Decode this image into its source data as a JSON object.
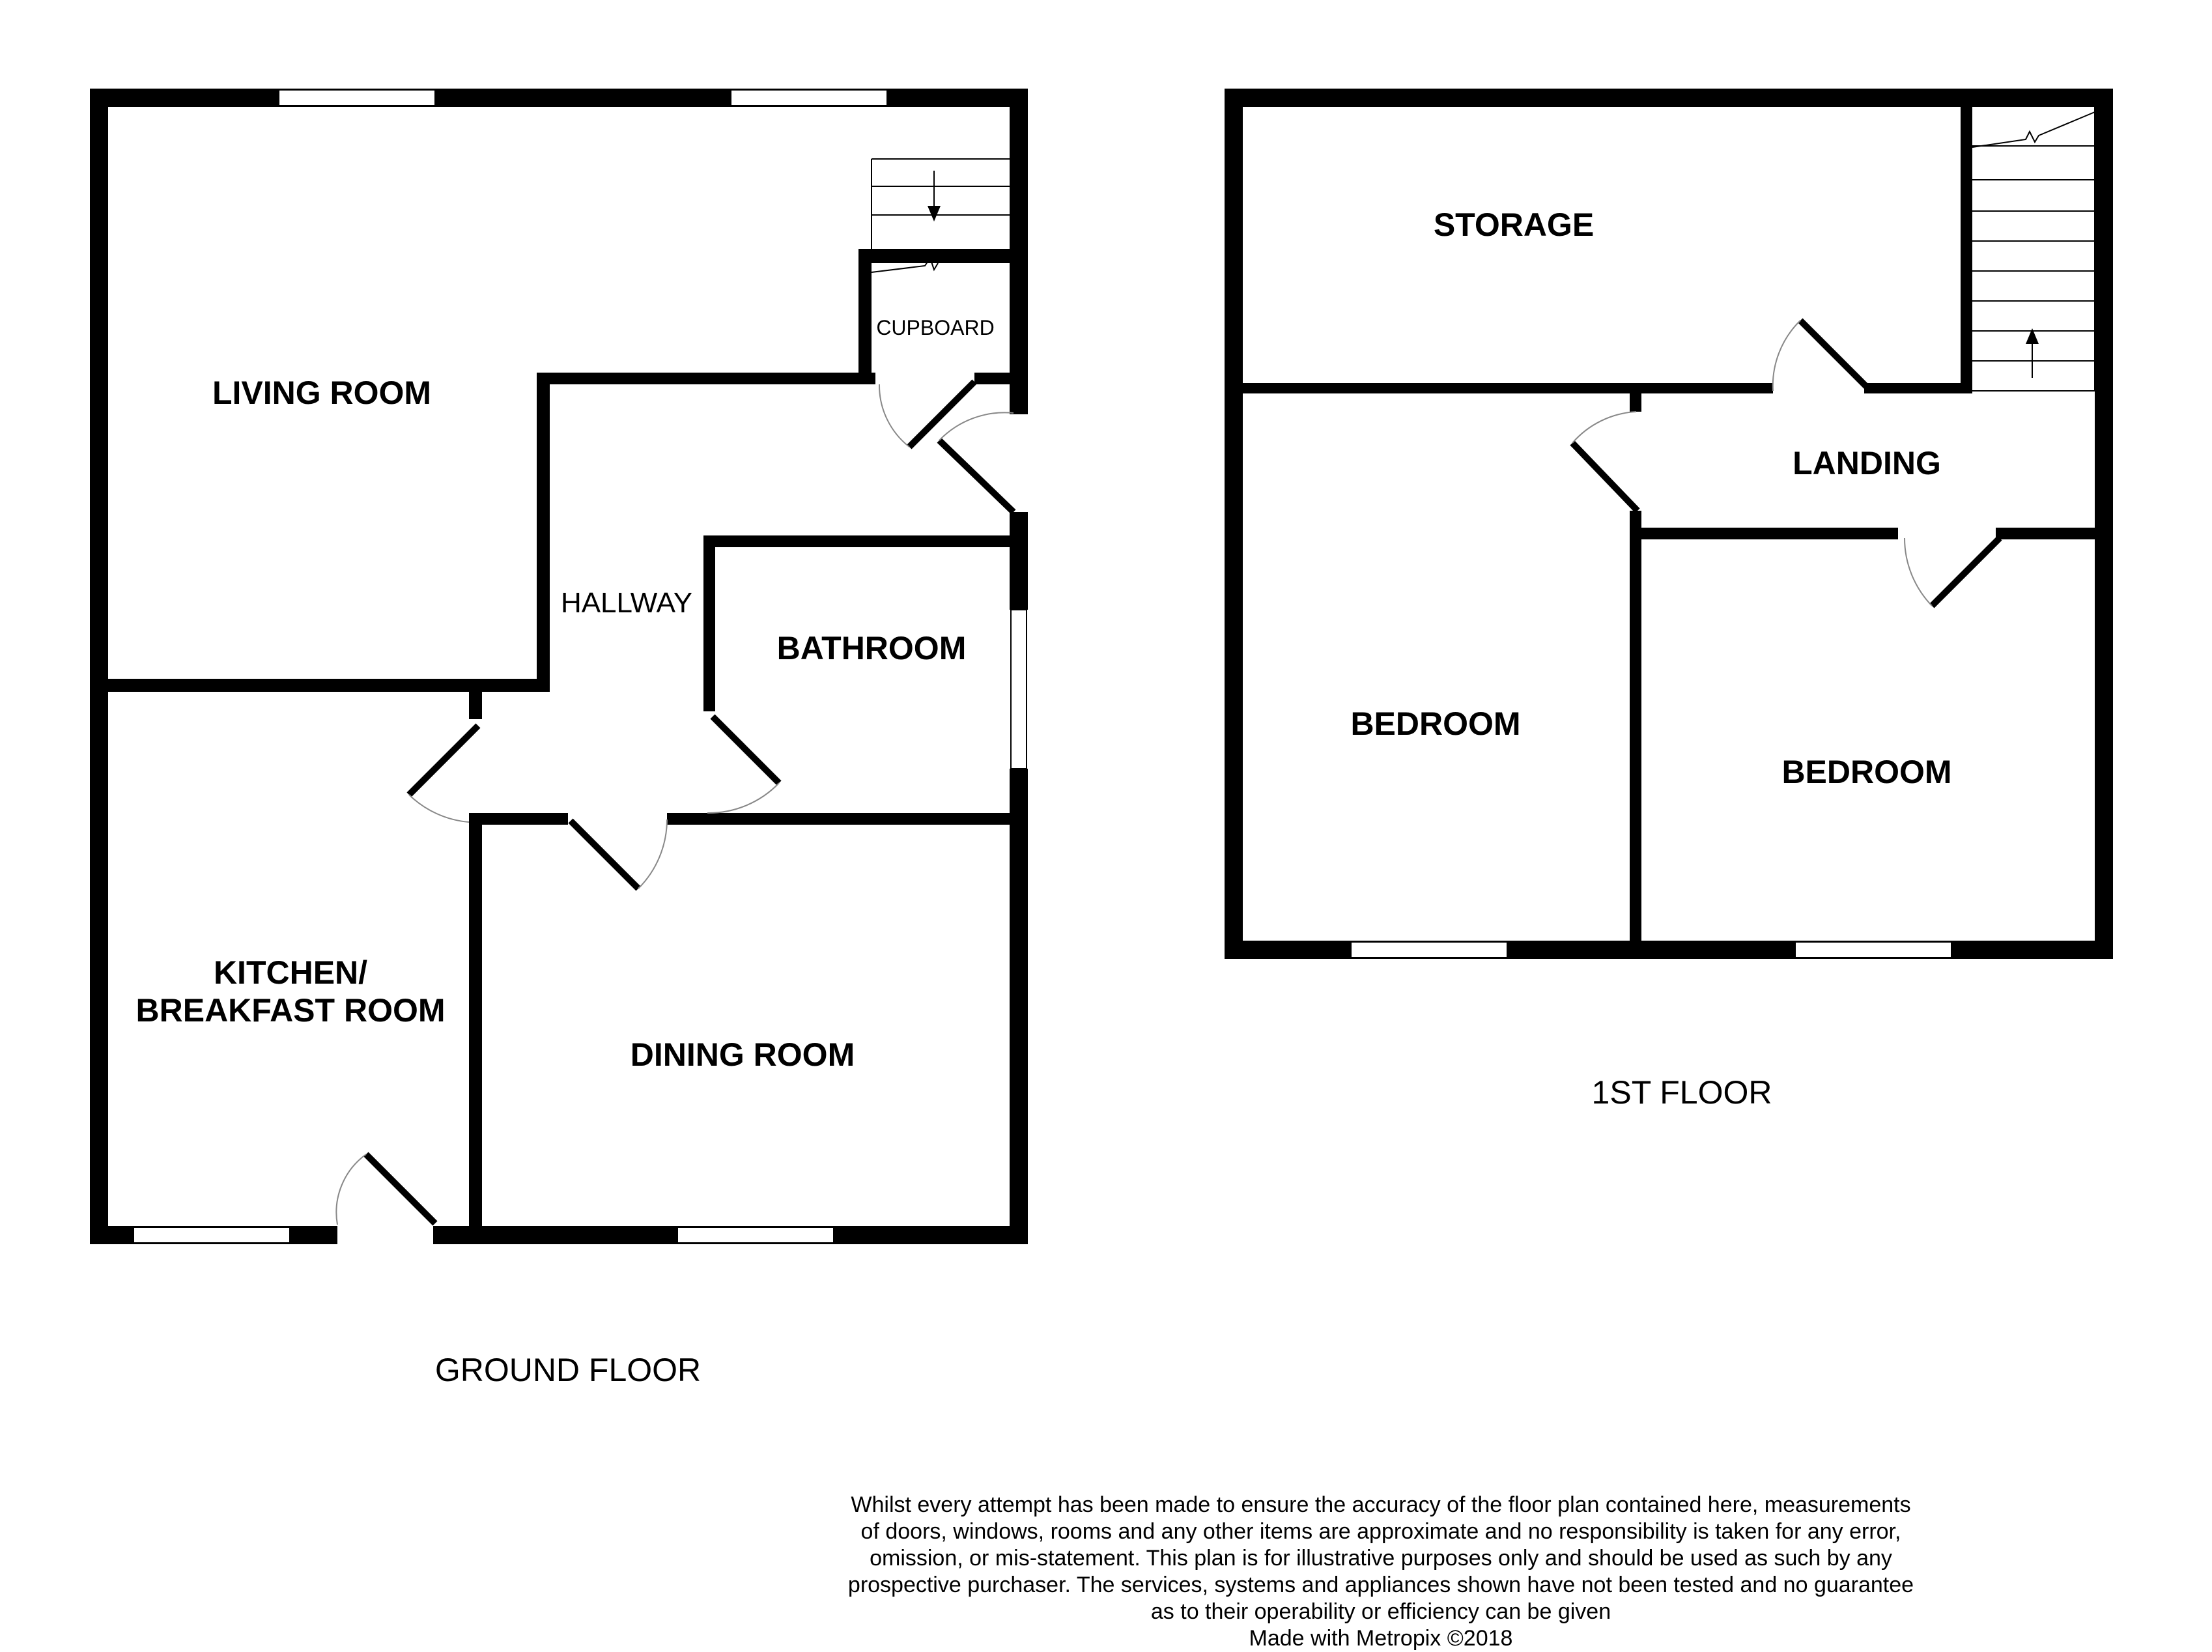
{
  "ground_floor": {
    "title": "GROUND FLOOR",
    "rooms": {
      "living_room": "LIVING ROOM",
      "cupboard": "CUPBOARD",
      "hallway": "HALLWAY",
      "bathroom": "BATHROOM",
      "kitchen_line1": "KITCHEN/",
      "kitchen_line2": "BREAKFAST ROOM",
      "dining_room": "DINING ROOM"
    }
  },
  "first_floor": {
    "title": "1ST FLOOR",
    "rooms": {
      "storage": "STORAGE",
      "landing": "LANDING",
      "bedroom_left": "BEDROOM",
      "bedroom_right": "BEDROOM"
    }
  },
  "disclaimer": {
    "lines": [
      "Whilst every attempt has been made to ensure the accuracy of the floor plan contained here, measurements",
      "of doors, windows, rooms and any other items are approximate and no responsibility is taken for any error,",
      "omission, or mis-statement. This plan is for illustrative purposes only and should be used as such by any",
      "prospective purchaser. The services, systems and appliances shown have not been tested and no guarantee",
      "as to their operability or efficiency can be given"
    ],
    "credit": "Made with Metropix ©2018"
  }
}
